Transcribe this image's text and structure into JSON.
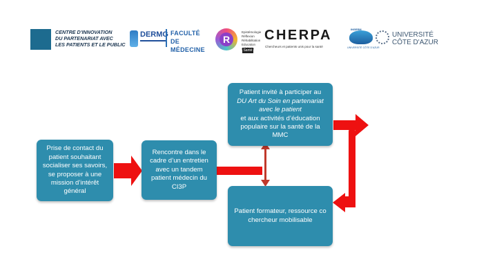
{
  "logos": {
    "cipp": "CENTRE D'INNOVATION\nDU PARTENARIAT AVEC\nLES PATIENTS ET LE PUBLIC",
    "dermg": "DERMG",
    "faculte": "FACULTÉ\nDE MÉDECINE",
    "r_list": "Epistémologie\nRéflexion\nRéhabilitation\nEducation\nmédicale",
    "r_box": "Santé",
    "cherpa": "CHERPA",
    "cherpa_sub": "Chercheurs et patients unis pour la santé",
    "wave_top": "INSERM",
    "wave_sub": "UNIVERSITÉ CÔTE D'AZUR",
    "uca": "UNIVERSITÉ\nCÔTE D'AZUR"
  },
  "diagram": {
    "box1": "Prise de contact du patient souhaitant socialiser ses savoirs, se proposer à une mission d’intérêt général",
    "box2": "Rencontre dans le cadre d’un entretien avec un tandem patient médecin du CI3P",
    "box3": {
      "line1": "Patient invité à participer au",
      "line2_italic": "DU Art du Soin en partenariat avec le patient",
      "line3": "et aux activités d’éducation populaire sur la santé de la MMC"
    },
    "box4": "Patient formateur, ressource co chercheur mobilisable"
  },
  "colors": {
    "box": "#2e8dad",
    "arrow_red": "#ee1111",
    "arrow_dark": "#c0392b"
  }
}
